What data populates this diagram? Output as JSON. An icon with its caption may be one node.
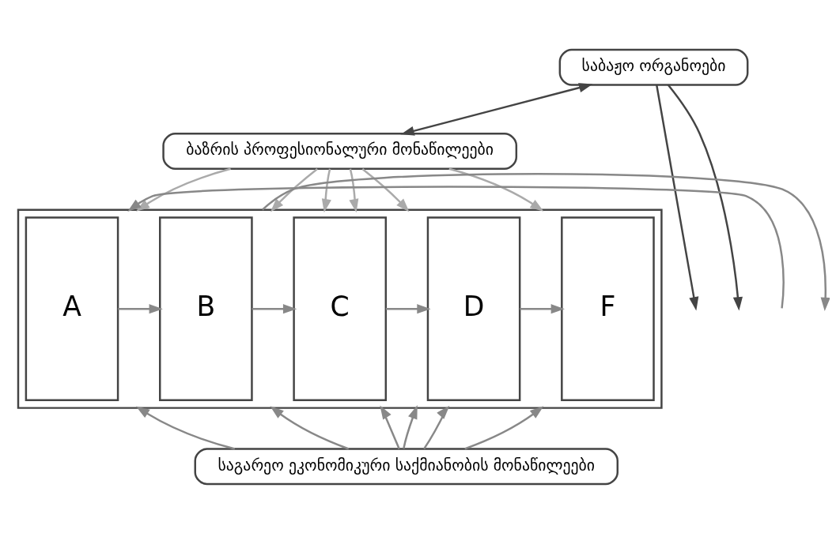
{
  "diagram": {
    "nodes": [
      {
        "text": [
          "საბაჟო ორგანოები"
        ]
      },
      {
        "text": [
          "ბაზრის პროფესიონალური მონაწილეები"
        ]
      },
      {
        "text": [],
        "shape": "box"
      },
      {
        "text": [
          "A"
        ],
        "in": 2
      },
      {
        "text": [
          "B"
        ],
        "in": 2
      },
      {
        "text": [
          "C"
        ],
        "in": 2
      },
      {
        "text": [
          "D"
        ],
        "in": 2
      },
      {
        "text": [
          "F"
        ],
        "in": 2
      },
      {
        "text": [
          "საგარეო ეკონომიკური საქმიანობის მონაწილეები"
        ]
      }
    ],
    "edges": [
      {
        "from": 0,
        "to": 1,
        "arrow": "both"
      },
      {
        "from": 0,
        "to": null,
        "arrow": "to"
      },
      {
        "from": 0,
        "to": null,
        "arrow": "to"
      },
      {
        "from": null,
        "to": 2,
        "arrow": "to",
        "color": "#888888"
      },
      {
        "from": 2,
        "to": null,
        "arrow": "to",
        "color": "#888888"
      },
      {
        "from": 3,
        "to": 4,
        "arrow": "to",
        "color": "#888888"
      },
      {
        "from": 4,
        "to": 5,
        "arrow": "to",
        "color": "#888888"
      },
      {
        "from": 5,
        "to": 6,
        "arrow": "to",
        "color": "#888888"
      },
      {
        "from": 6,
        "to": 7,
        "arrow": "to",
        "color": "#888888"
      },
      {
        "from": 1,
        "to": 2,
        "arrow": "to",
        "color": "#aaaaaa"
      },
      {
        "from": 1,
        "to": 2,
        "arrow": "to",
        "color": "#aaaaaa"
      },
      {
        "from": 1,
        "to": 2,
        "arrow": "to",
        "color": "#aaaaaa"
      },
      {
        "from": 1,
        "to": 2,
        "arrow": "to",
        "color": "#aaaaaa"
      },
      {
        "from": 1,
        "to": 2,
        "arrow": "to",
        "color": "#aaaaaa"
      },
      {
        "from": 1,
        "to": 2,
        "arrow": "to",
        "color": "#aaaaaa"
      },
      {
        "from": 8,
        "to": 2,
        "arrow": "to",
        "color": "#888888"
      },
      {
        "from": 8,
        "to": 2,
        "arrow": "to",
        "color": "#888888"
      },
      {
        "from": 8,
        "to": 2,
        "arrow": "to",
        "color": "#888888"
      },
      {
        "from": 8,
        "to": 2,
        "arrow": "to",
        "color": "#888888"
      },
      {
        "from": 8,
        "to": 2,
        "arrow": "to",
        "color": "#888888"
      },
      {
        "from": 8,
        "to": 2,
        "arrow": "to",
        "color": "#888888"
      }
    ]
  }
}
